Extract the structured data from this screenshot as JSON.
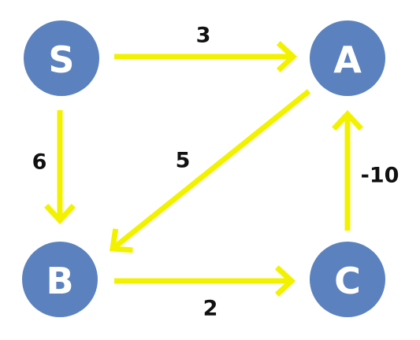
{
  "diagram": {
    "nodes": [
      {
        "id": "S",
        "label": "S"
      },
      {
        "id": "A",
        "label": "A"
      },
      {
        "id": "B",
        "label": "B"
      },
      {
        "id": "C",
        "label": "C"
      }
    ],
    "edges": [
      {
        "from": "S",
        "to": "A",
        "weight": "3"
      },
      {
        "from": "S",
        "to": "B",
        "weight": "6"
      },
      {
        "from": "A",
        "to": "B",
        "weight": "5"
      },
      {
        "from": "B",
        "to": "C",
        "weight": "2"
      },
      {
        "from": "C",
        "to": "A",
        "weight": "-10"
      }
    ],
    "colors": {
      "node_fill": "#5b82bf",
      "node_text": "#ffffff",
      "edge": "#f2f200",
      "weight_text": "#111111",
      "background": "#ffffff"
    }
  }
}
